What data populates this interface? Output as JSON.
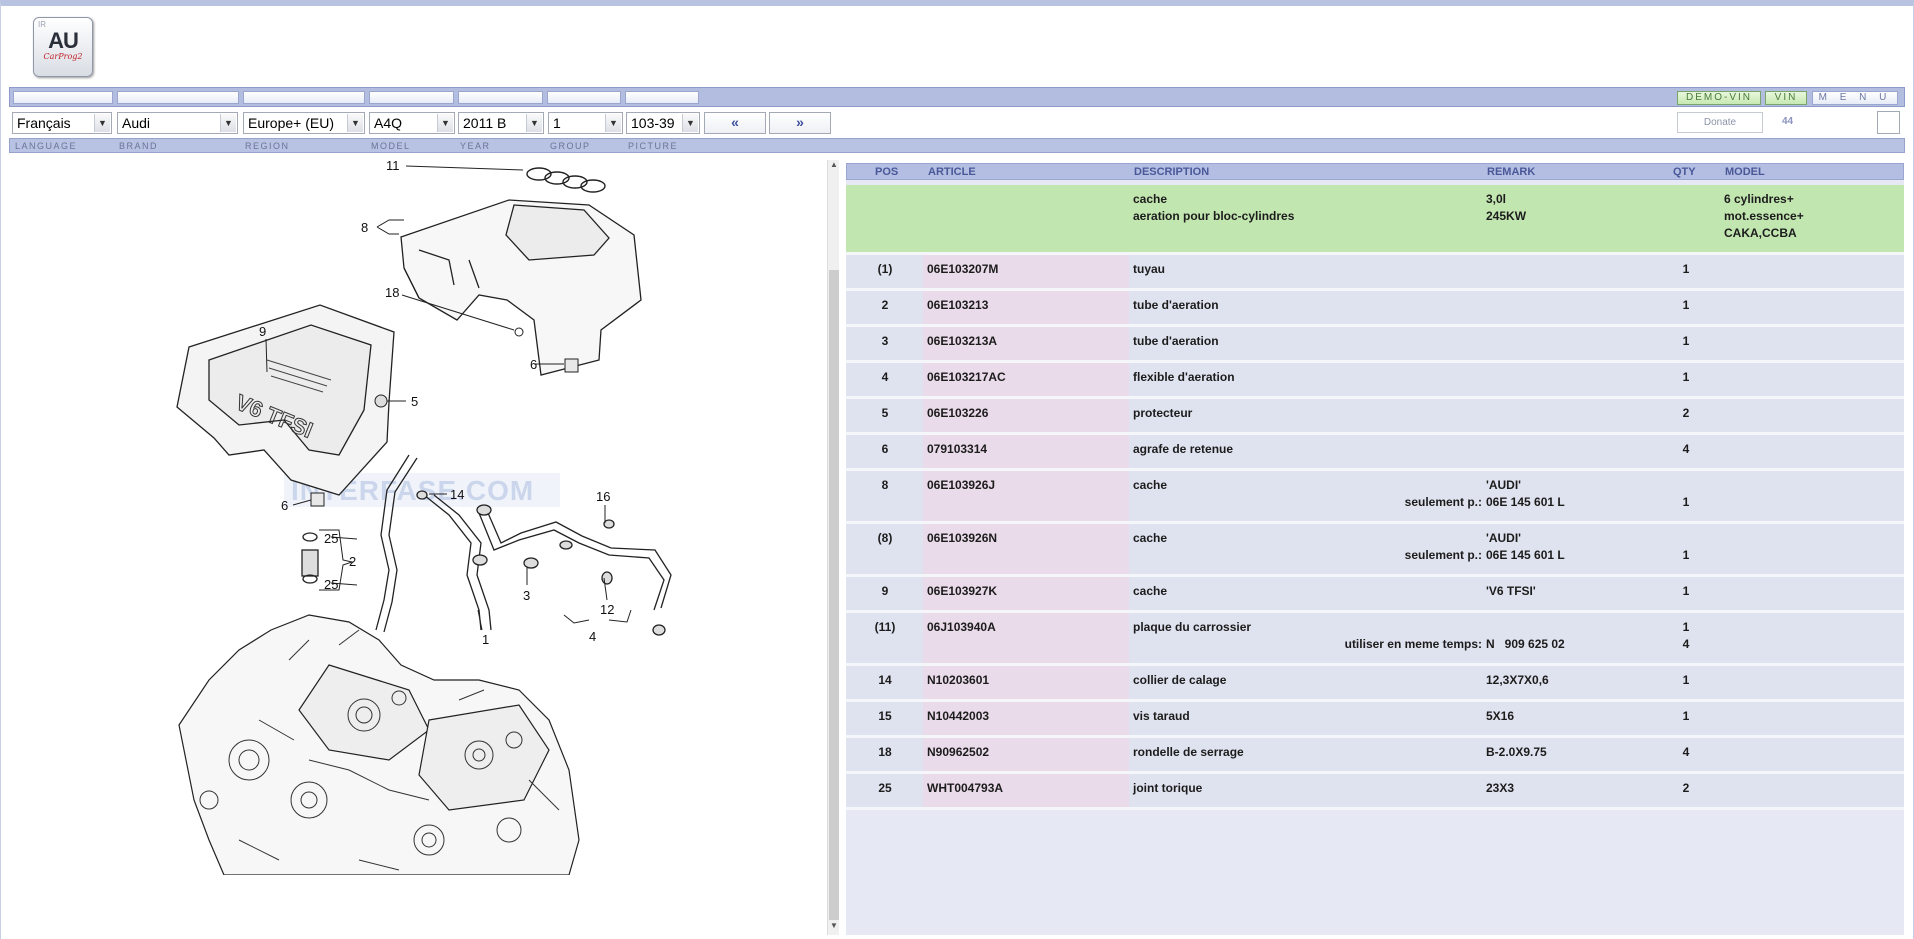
{
  "logo": {
    "top_text": "IR",
    "main": "AU",
    "sub": "CarProg2"
  },
  "topbar": {
    "demo_vin": "DEMO-VIN",
    "vin": "VIN",
    "menu": "M E N U"
  },
  "selectors": {
    "language": "Français",
    "brand": "Audi",
    "region": "Europe+ (EU)",
    "model": "A4Q",
    "year": "2011  B",
    "group": "1",
    "picture": "103-39",
    "prev": "«",
    "next": "»"
  },
  "donate": "Donate",
  "count": "44",
  "labels": {
    "language": "LANGUAGE",
    "brand": "BRAND",
    "region": "REGION",
    "model": "MODEL",
    "year": "YEAR",
    "group": "GROUP",
    "picture": "PICTURE"
  },
  "diagram": {
    "callouts": [
      "11",
      "8",
      "18",
      "9",
      "5",
      "6",
      "6",
      "14",
      "16",
      "25",
      "2",
      "25",
      "1",
      "3",
      "12",
      "4"
    ],
    "watermark": "INTERFASE.COM",
    "engine_text": "V6 TFSI"
  },
  "table": {
    "headers": {
      "pos": "POS",
      "article": "ARTICLE",
      "description": "DESCRIPTION",
      "remark": "REMARK",
      "qty": "QTY",
      "model": "MODEL"
    },
    "header_row": {
      "description": [
        "cache",
        "aeration pour bloc-cylindres"
      ],
      "remark": [
        "3,0l",
        "245KW"
      ],
      "model": [
        "6 cylindres+",
        "mot.essence+",
        "CAKA,CCBA"
      ]
    },
    "rows": [
      {
        "pos": "(1)",
        "article": "06E103207M",
        "description": "tuyau",
        "remark": "",
        "remark_label": "",
        "remark2": "",
        "qty": "1",
        "qty2": ""
      },
      {
        "pos": "2",
        "article": "06E103213",
        "description": "tube d'aeration",
        "remark": "",
        "remark_label": "",
        "remark2": "",
        "qty": "1",
        "qty2": ""
      },
      {
        "pos": "3",
        "article": "06E103213A",
        "description": "tube d'aeration",
        "remark": "",
        "remark_label": "",
        "remark2": "",
        "qty": "1",
        "qty2": ""
      },
      {
        "pos": "4",
        "article": "06E103217AC",
        "description": "flexible d'aeration",
        "remark": "",
        "remark_label": "",
        "remark2": "",
        "qty": "1",
        "qty2": ""
      },
      {
        "pos": "5",
        "article": "06E103226",
        "description": "protecteur",
        "remark": "",
        "remark_label": "",
        "remark2": "",
        "qty": "2",
        "qty2": ""
      },
      {
        "pos": "6",
        "article": "079103314",
        "description": "agrafe de retenue",
        "remark": "",
        "remark_label": "",
        "remark2": "",
        "qty": "4",
        "qty2": ""
      },
      {
        "pos": "8",
        "article": "06E103926J",
        "description": "cache",
        "remark": "'AUDI'",
        "remark_label": "seulement p.:",
        "remark2": "06E 145 601 L",
        "qty": "",
        "qty2": "1"
      },
      {
        "pos": "(8)",
        "article": "06E103926N",
        "description": "cache",
        "remark": "'AUDI'",
        "remark_label": "seulement p.:",
        "remark2": "06E 145 601 L",
        "qty": "",
        "qty2": "1"
      },
      {
        "pos": "9",
        "article": "06E103927K",
        "description": "cache",
        "remark": "'V6 TFSI'",
        "remark_label": "",
        "remark2": "",
        "qty": "1",
        "qty2": ""
      },
      {
        "pos": "(11)",
        "article": "06J103940A",
        "description": "plaque du carrossier",
        "remark": "",
        "remark_label": "utiliser en meme temps:",
        "remark2": "N   909 625 02",
        "qty": "1",
        "qty2": "4"
      },
      {
        "pos": "14",
        "article": "N10203601",
        "description": "collier de calage",
        "remark": "12,3X7X0,6",
        "remark_label": "",
        "remark2": "",
        "qty": "1",
        "qty2": ""
      },
      {
        "pos": "15",
        "article": "N10442003",
        "description": "vis taraud",
        "remark": "5X16",
        "remark_label": "",
        "remark2": "",
        "qty": "1",
        "qty2": ""
      },
      {
        "pos": "18",
        "article": "N90962502",
        "description": "rondelle de serrage",
        "remark": "B-2.0X9.75",
        "remark_label": "",
        "remark2": "",
        "qty": "4",
        "qty2": ""
      },
      {
        "pos": "25",
        "article": "WHT004793A",
        "description": "joint torique",
        "remark": "23X3",
        "remark_label": "",
        "remark2": "",
        "qty": "2",
        "qty2": ""
      }
    ]
  }
}
